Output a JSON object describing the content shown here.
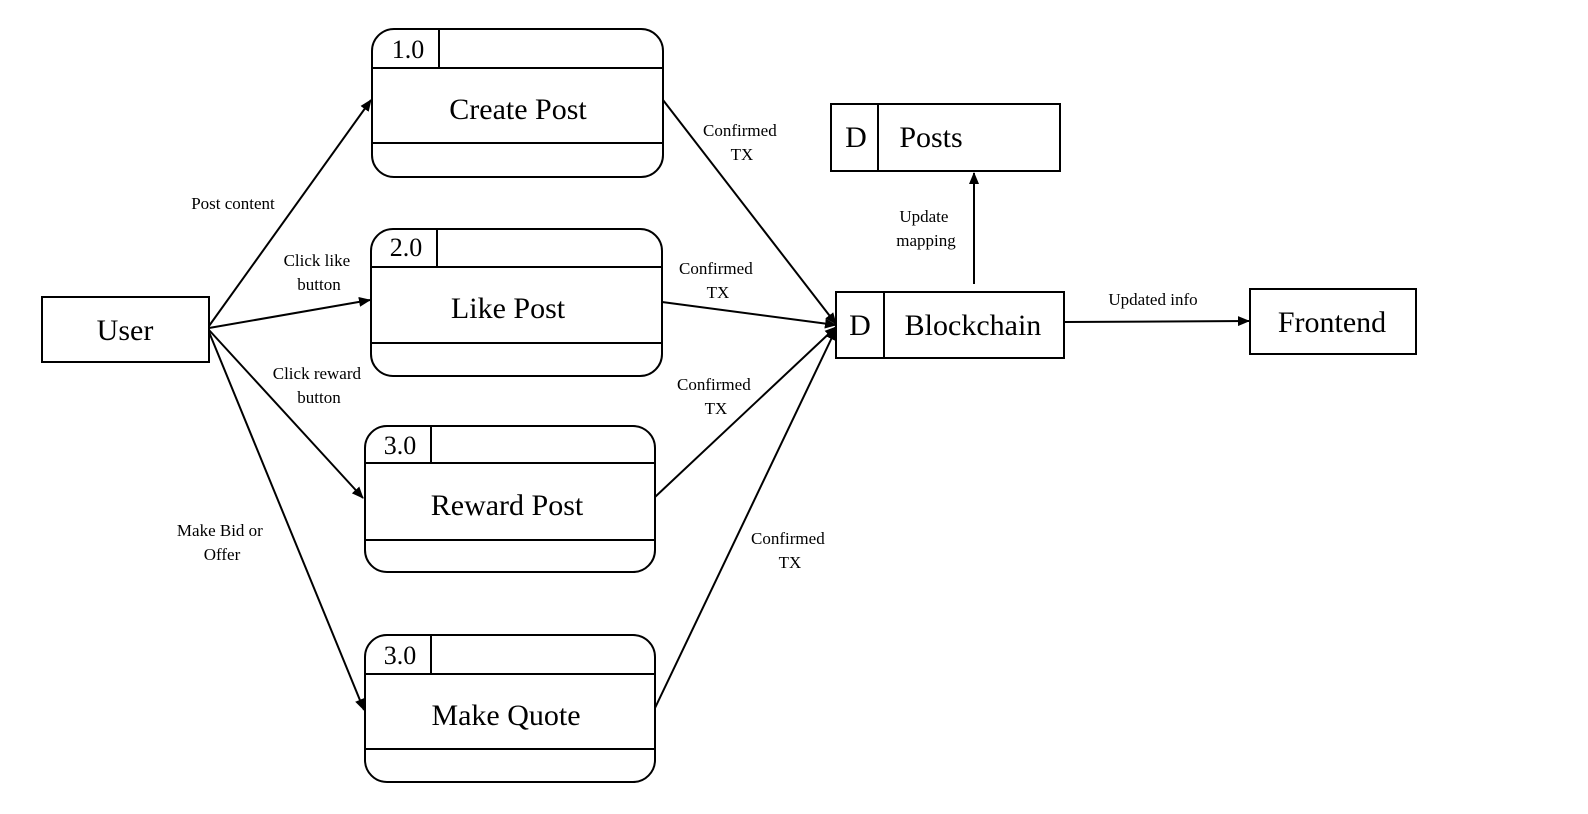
{
  "entities": {
    "user": "User",
    "frontend": "Frontend"
  },
  "processes": [
    {
      "number": "1.0",
      "name": "Create Post"
    },
    {
      "number": "2.0",
      "name": "Like Post"
    },
    {
      "number": "3.0",
      "name": "Reward Post"
    },
    {
      "number": "3.0",
      "name": "Make Quote"
    }
  ],
  "stores": {
    "posts": {
      "id": "D",
      "name": "Posts"
    },
    "blockchain": {
      "id": "D",
      "name": "Blockchain"
    }
  },
  "flows": {
    "post_content": [
      "Post content"
    ],
    "click_like": [
      "Click like",
      "button"
    ],
    "click_reward": [
      "Click reward",
      "button"
    ],
    "make_bid": [
      "Make Bid or",
      "Offer"
    ],
    "confirmed_1": [
      "Confirmed",
      "TX"
    ],
    "confirmed_2": [
      "Confirmed",
      "TX"
    ],
    "confirmed_3": [
      "Confirmed",
      "TX"
    ],
    "confirmed_4": [
      "Confirmed",
      "TX"
    ],
    "update_mapping": [
      "Update",
      "mapping"
    ],
    "updated_info": [
      "Updated info"
    ]
  }
}
